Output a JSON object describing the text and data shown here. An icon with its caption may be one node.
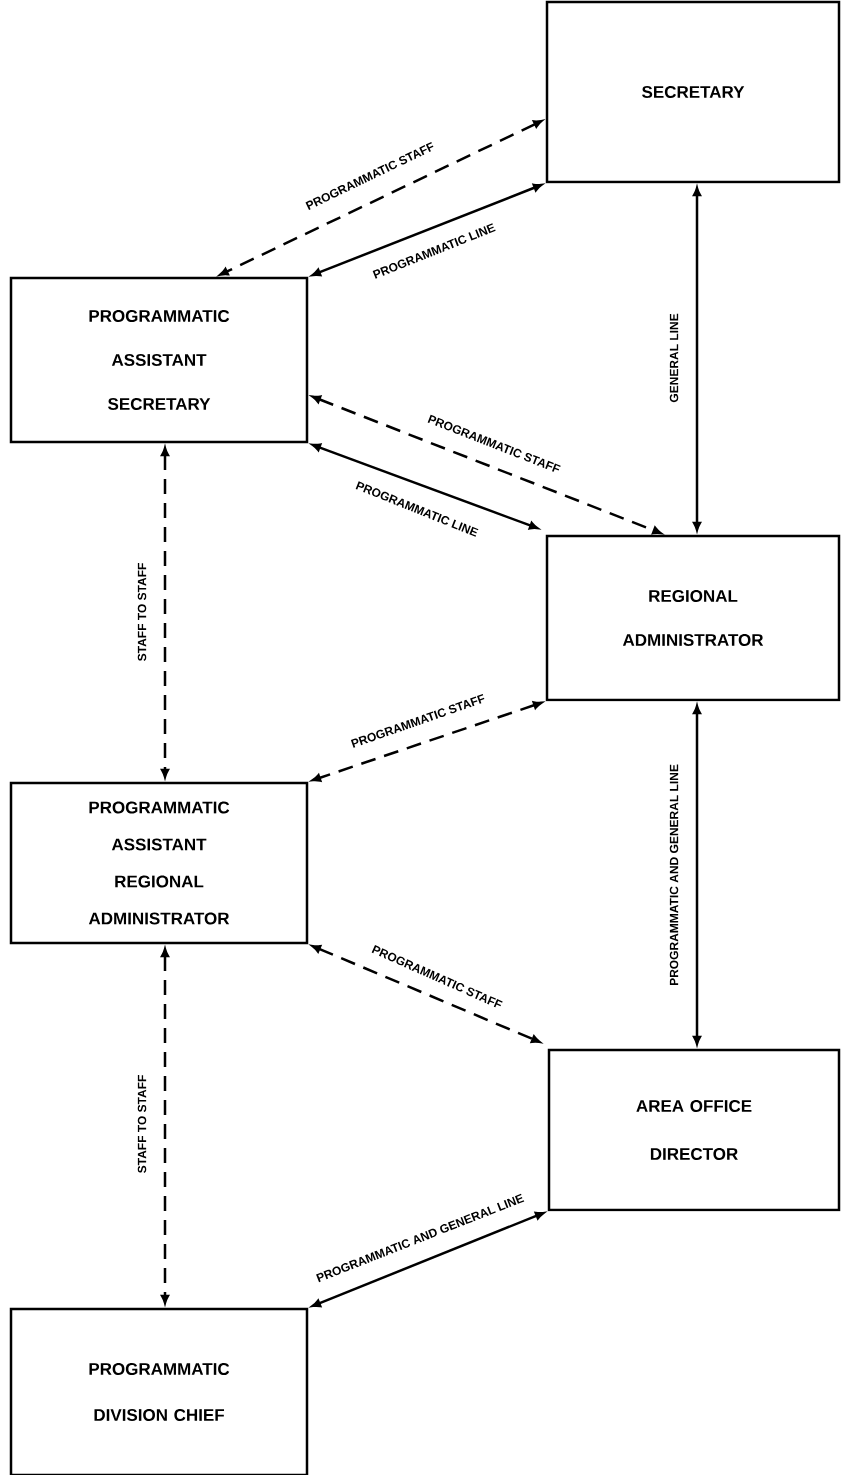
{
  "diagram": {
    "nodes": [
      {
        "text": [
          "SECRETARY"
        ]
      },
      {
        "text": [
          "PROGRAMMATIC ASSISTANT SECRETARY"
        ]
      },
      {
        "text": [
          "REGIONAL ADMINISTRATOR"
        ]
      },
      {
        "text": [
          "PROGRAMMATIC ASSISTANT REGIONAL ADMINISTRATOR"
        ]
      },
      {
        "text": [
          "AREA OFFICE DIRECTOR"
        ]
      },
      {
        "text": [
          "PROGRAMMATIC DIVISION CHIEF"
        ]
      }
    ],
    "edges": [
      {
        "from": 0,
        "to": 1,
        "arrow": "both",
        "label": "PROGRAMMATIC STAFF",
        "style": "dashed"
      },
      {
        "from": 0,
        "to": 1,
        "arrow": "both",
        "label": "PROGRAMMATIC LINE"
      },
      {
        "from": 0,
        "to": 2,
        "arrow": "both",
        "label": "GENERAL LINE"
      },
      {
        "from": 1,
        "to": 2,
        "arrow": "both",
        "label": "PROGRAMMATIC STAFF",
        "style": "dashed"
      },
      {
        "from": 1,
        "to": 2,
        "arrow": "both",
        "label": "PROGRAMMATIC LINE"
      },
      {
        "from": 1,
        "to": 3,
        "arrow": "both",
        "label": "STAFF TO STAFF",
        "style": "dashed"
      },
      {
        "from": 2,
        "to": 3,
        "arrow": "both",
        "label": "PROGRAMMATIC STAFF",
        "style": "dashed"
      },
      {
        "from": 2,
        "to": 4,
        "arrow": "both",
        "label": "PROGRAMMATIC AND GENERAL LINE"
      },
      {
        "from": 3,
        "to": 4,
        "arrow": "both",
        "label": "PROGRAMMATIC STAFF",
        "style": "dashed"
      },
      {
        "from": 3,
        "to": 5,
        "arrow": "both",
        "label": "STAFF TO STAFF",
        "style": "dashed"
      },
      {
        "from": 4,
        "to": 5,
        "arrow": "both",
        "label": "PROGRAMMATIC AND GENERAL LINE"
      }
    ]
  }
}
